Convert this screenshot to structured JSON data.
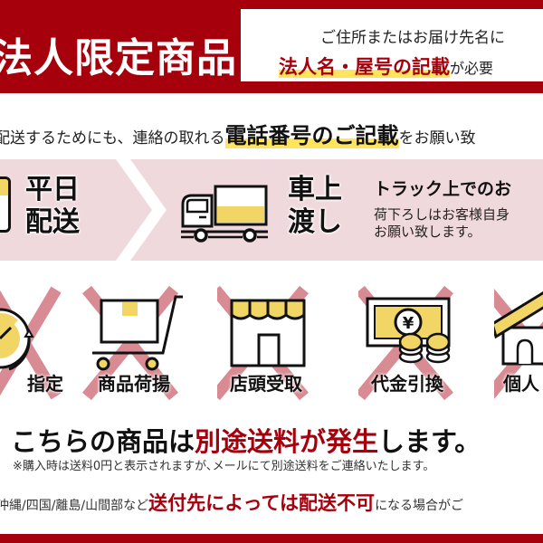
{
  "colors": {
    "brand_red": "#a6000d",
    "highlight_yellow": "#ffe45c",
    "band_pink": "#f0d9dc",
    "icon_yellow": "#f1d565",
    "cross_pink": "#d98b93"
  },
  "header": {
    "title": "法人限定商品",
    "note_line1": "ご住所またはお届け先名に",
    "note_highlight": "法人名・屋号の記載",
    "note_after": "が必要"
  },
  "phone_notice": {
    "prefix": "配送するためにも、連絡の取れる",
    "highlight": "電話番号のご記載",
    "suffix": "をお願い致"
  },
  "delivery_band": {
    "weekday_label": [
      "平日",
      "配送"
    ],
    "onboard_label": [
      "車上",
      "渡し"
    ],
    "onboard_title": "トラック上でのお",
    "onboard_desc_line1": "荷下ろしはお客様自身",
    "onboard_desc_line2": "お願い致します。",
    "icons": {
      "calendar": "calendar-icon",
      "truck": "truck-icon"
    }
  },
  "unavailable_services": [
    {
      "label": "指定",
      "icon": "clock-icon"
    },
    {
      "label": "商品荷揚",
      "icon": "cart-icon"
    },
    {
      "label": "店頭受取",
      "icon": "storefront-icon"
    },
    {
      "label": "代金引換",
      "icon": "yen-cash-icon"
    },
    {
      "label": "個人",
      "icon": "house-icon"
    }
  ],
  "shipping_fee": {
    "prefix": "こちらの商品は",
    "highlight": "別途送料が発生",
    "suffix": "します。",
    "note": "※購入時は送料0円と表示されますが､メールにて別途送料をご連絡いたします。"
  },
  "area_notice": {
    "prefix": "沖縄/四国/離島/山間部など",
    "highlight": "送付先によっては配送不可",
    "suffix": "になる場合がご"
  }
}
